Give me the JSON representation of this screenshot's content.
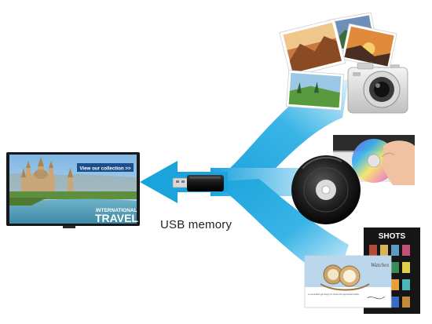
{
  "labels": {
    "usb_memory": "USB memory"
  },
  "display": {
    "banner_text": "View our collection >>",
    "headline_small": "INTERNATIONAL",
    "headline_large": "TRAVEL"
  },
  "poster": {
    "title": "SHOTS"
  },
  "brochure": {
    "title": "Watches",
    "caption": "a memorable gift design for those who appreciate quality"
  },
  "colors": {
    "arrow_main": "#1aa3dc",
    "arrow_light": "#8fd3f0",
    "bezel": "#16181b"
  },
  "icons": {
    "source_1": "photos-camera-icon",
    "source_2": "disc-player-icon",
    "source_3": "printed-media-icon",
    "transfer": "usb-stick-icon",
    "target": "display-icon"
  }
}
